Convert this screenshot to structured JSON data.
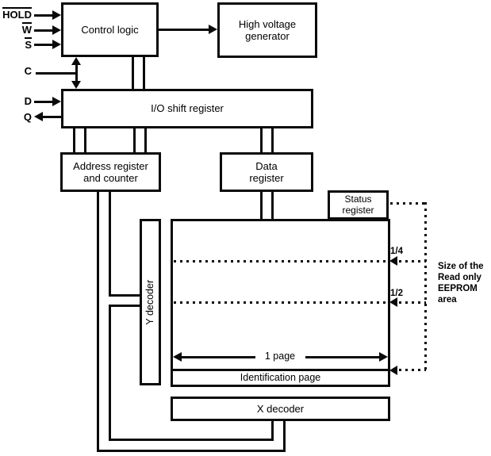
{
  "pins": [
    {
      "label": "HOLD",
      "overline": true,
      "direction": "in"
    },
    {
      "label": "W",
      "overline": true,
      "direction": "in"
    },
    {
      "label": "S",
      "overline": true,
      "direction": "in"
    },
    {
      "label": "C",
      "overline": false,
      "direction": "bidirectional"
    },
    {
      "label": "D",
      "overline": false,
      "direction": "in"
    },
    {
      "label": "Q",
      "overline": false,
      "direction": "out"
    }
  ],
  "blocks": {
    "control_logic": "Control logic",
    "high_voltage_generator": {
      "line1": "High voltage",
      "line2": "generator"
    },
    "io_shift_register": "I/O shift register",
    "address_register": {
      "line1": "Address register",
      "line2": "and counter"
    },
    "data_register": {
      "line1": "Data",
      "line2": "register"
    },
    "status_register": {
      "line1": "Status",
      "line2": "register"
    },
    "y_decoder": "Y decoder",
    "x_decoder": "X decoder"
  },
  "memory_array": {
    "page_width_label": "1 page",
    "identification_page": "Identification page",
    "quarter_label": "1/4",
    "half_label": "1/2"
  },
  "annotations": {
    "size_note": {
      "line1": "Size of the",
      "line2": "Read only",
      "line3": "EEPROM",
      "line4": "area"
    }
  },
  "colors": {
    "ink": "#0a0a0a",
    "background": "#ffffff"
  }
}
